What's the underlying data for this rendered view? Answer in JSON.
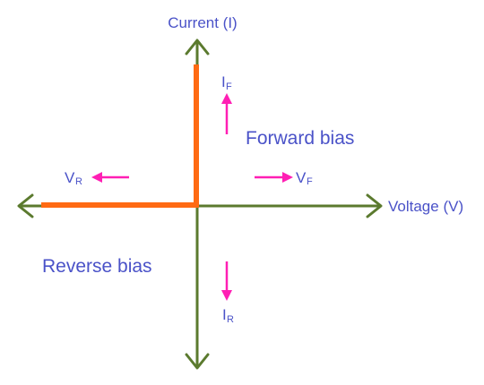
{
  "axes": {
    "y_label": "Current (I)",
    "x_label": "Voltage (V)"
  },
  "regions": {
    "forward": "Forward bias",
    "reverse": "Reverse bias"
  },
  "labels": {
    "i_forward_main": "I",
    "i_forward_sub": "F",
    "v_forward_main": "V",
    "v_forward_sub": "F",
    "v_reverse_main": "V",
    "v_reverse_sub": "R",
    "i_reverse_main": "I",
    "i_reverse_sub": "R"
  },
  "colors": {
    "axis": "#5b7a2e",
    "curve": "#ff6a13",
    "arrow": "#ff1fb4",
    "text": "#4a52c8"
  }
}
